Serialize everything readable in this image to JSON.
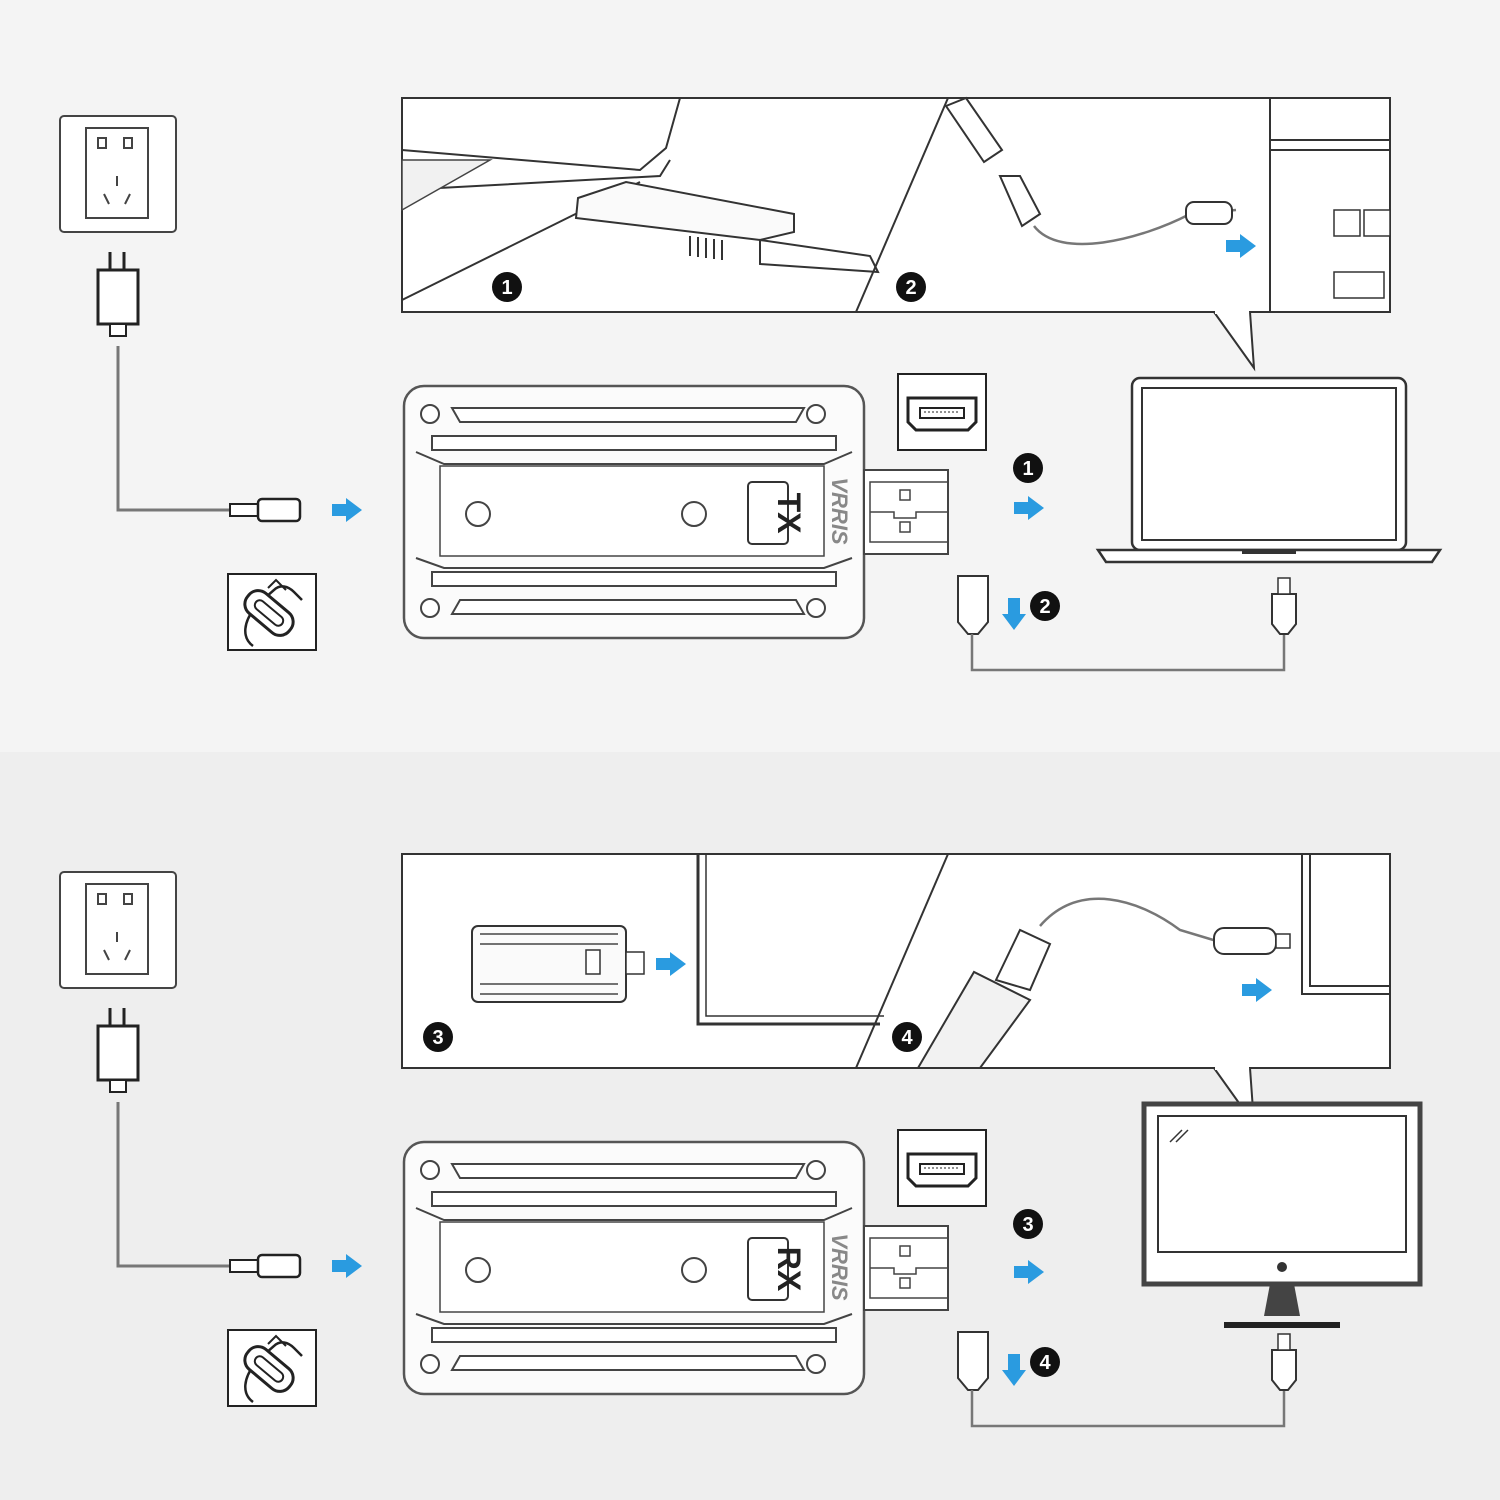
{
  "sections": [
    {
      "device_label": "TX",
      "brand": "VRRIS",
      "display": "laptop",
      "steps": [
        "1",
        "2"
      ]
    },
    {
      "device_label": "RX",
      "brand": "VRRIS",
      "display": "monitor",
      "steps": [
        "3",
        "4"
      ]
    }
  ],
  "colors": {
    "background_top": "#f4f4f4",
    "background_bottom": "#eeeeee",
    "arrow": "#2a9be0",
    "line": "#333333"
  },
  "icons": [
    "wall-outlet-icon",
    "power-adapter-icon",
    "usb-c-cable-icon",
    "usb-c-connector-icon",
    "hdmi-port-icon",
    "laptop-icon",
    "monitor-icon",
    "usb-cable-icon"
  ]
}
